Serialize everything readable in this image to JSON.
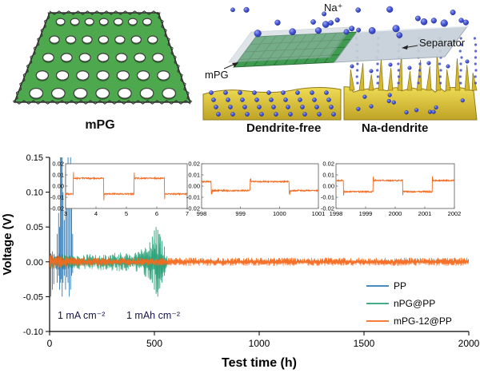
{
  "schematic": {
    "mpg_label": "mPG",
    "na_ion_label": "Na⁺",
    "separator_label": "Separator",
    "mpg_small_label": "mPG",
    "dendrite_free_label": "Dendrite-free",
    "na_dendrite_label": "Na-dendrite"
  },
  "chart_data": {
    "type": "line",
    "title": "",
    "xlabel": "Test time (h)",
    "ylabel": "Voltage (V)",
    "xlim": [
      0,
      2000
    ],
    "ylim": [
      -0.1,
      0.15
    ],
    "xticks": [
      0,
      500,
      1000,
      1500,
      2000
    ],
    "yticks": [
      -0.1,
      -0.05,
      0.0,
      0.05,
      0.1,
      0.15
    ],
    "grid": false,
    "legend_position": "lower right",
    "annotations": [
      "1 mA cm⁻²",
      "1 mAh cm⁻²"
    ],
    "legend": [
      {
        "name": "PP",
        "color": "#2e7bb8"
      },
      {
        "name": "nPG@PP",
        "color": "#2aa179"
      },
      {
        "name": "mPG-12@PP",
        "color": "#f4691e"
      }
    ],
    "series": [
      {
        "name": "PP",
        "color": "#2e7bb8",
        "x_range": [
          0,
          118
        ],
        "envelope": [
          [
            0,
            0.012
          ],
          [
            60,
            0.012
          ],
          [
            118,
            0.009
          ]
        ],
        "spikes": [
          [
            6,
            0.012,
            -0.05
          ],
          [
            13,
            0.015,
            -0.04
          ],
          [
            20,
            0.01,
            -0.032
          ],
          [
            36,
            0.04,
            -0.03
          ],
          [
            43,
            0.07,
            -0.02
          ],
          [
            48,
            0.05,
            -0.04
          ],
          [
            52,
            0.16,
            -0.03
          ],
          [
            56,
            0.18,
            -0.025
          ],
          [
            60,
            0.155,
            -0.05
          ],
          [
            64,
            0.1,
            -0.03
          ],
          [
            70,
            0.06,
            -0.02
          ],
          [
            76,
            0.13,
            -0.04
          ],
          [
            82,
            0.09,
            -0.022
          ],
          [
            88,
            0.165,
            -0.03
          ],
          [
            94,
            0.12,
            -0.05
          ],
          [
            100,
            0.17,
            -0.04
          ],
          [
            105,
            0.08,
            -0.02
          ],
          [
            110,
            0.04,
            -0.016
          ]
        ]
      },
      {
        "name": "nPG@PP",
        "color": "#2aa179",
        "x_range": [
          0,
          562
        ],
        "envelope": [
          [
            0,
            0.01
          ],
          [
            150,
            0.011
          ],
          [
            300,
            0.013
          ],
          [
            420,
            0.016
          ],
          [
            460,
            0.024
          ],
          [
            500,
            0.04
          ],
          [
            515,
            0.046
          ],
          [
            530,
            0.036
          ],
          [
            545,
            0.02
          ],
          [
            562,
            0.008
          ]
        ],
        "spikes": [
          [
            478,
            0.028,
            -0.025
          ],
          [
            490,
            0.036,
            -0.03
          ],
          [
            500,
            0.045,
            -0.04
          ],
          [
            508,
            0.05,
            -0.046
          ],
          [
            516,
            0.046,
            -0.05
          ],
          [
            526,
            0.04,
            -0.038
          ],
          [
            536,
            0.03,
            -0.03
          ],
          [
            548,
            0.022,
            -0.02
          ]
        ]
      },
      {
        "name": "mPG-12@PP",
        "color": "#f4691e",
        "x_range": [
          0,
          2000
        ],
        "envelope": [
          [
            0,
            0.012
          ],
          [
            60,
            0.008
          ],
          [
            200,
            0.006
          ],
          [
            2000,
            0.006
          ]
        ],
        "spikes": []
      }
    ],
    "insets": [
      {
        "xlim": [
          3,
          7
        ],
        "xticks": [
          3,
          4,
          5,
          6,
          7
        ],
        "ylim": [
          -0.02,
          0.02
        ],
        "yticks": [
          -0.02,
          -0.01,
          0.0,
          0.01,
          0.02
        ],
        "amplitude": 0.007
      },
      {
        "xlim": [
          998,
          1001
        ],
        "xticks": [
          998,
          999,
          1000,
          1001
        ],
        "ylim": [
          -0.02,
          0.02
        ],
        "yticks": [
          -0.02,
          -0.01,
          0.0,
          0.01,
          0.02
        ],
        "amplitude": 0.004
      },
      {
        "xlim": [
          1998,
          2002
        ],
        "xticks": [
          1998,
          1999,
          2000,
          2001,
          2002
        ],
        "ylim": [
          -0.02,
          0.02
        ],
        "yticks": [
          -0.02,
          -0.01,
          0.0,
          0.01,
          0.02
        ],
        "amplitude": 0.005
      }
    ]
  }
}
